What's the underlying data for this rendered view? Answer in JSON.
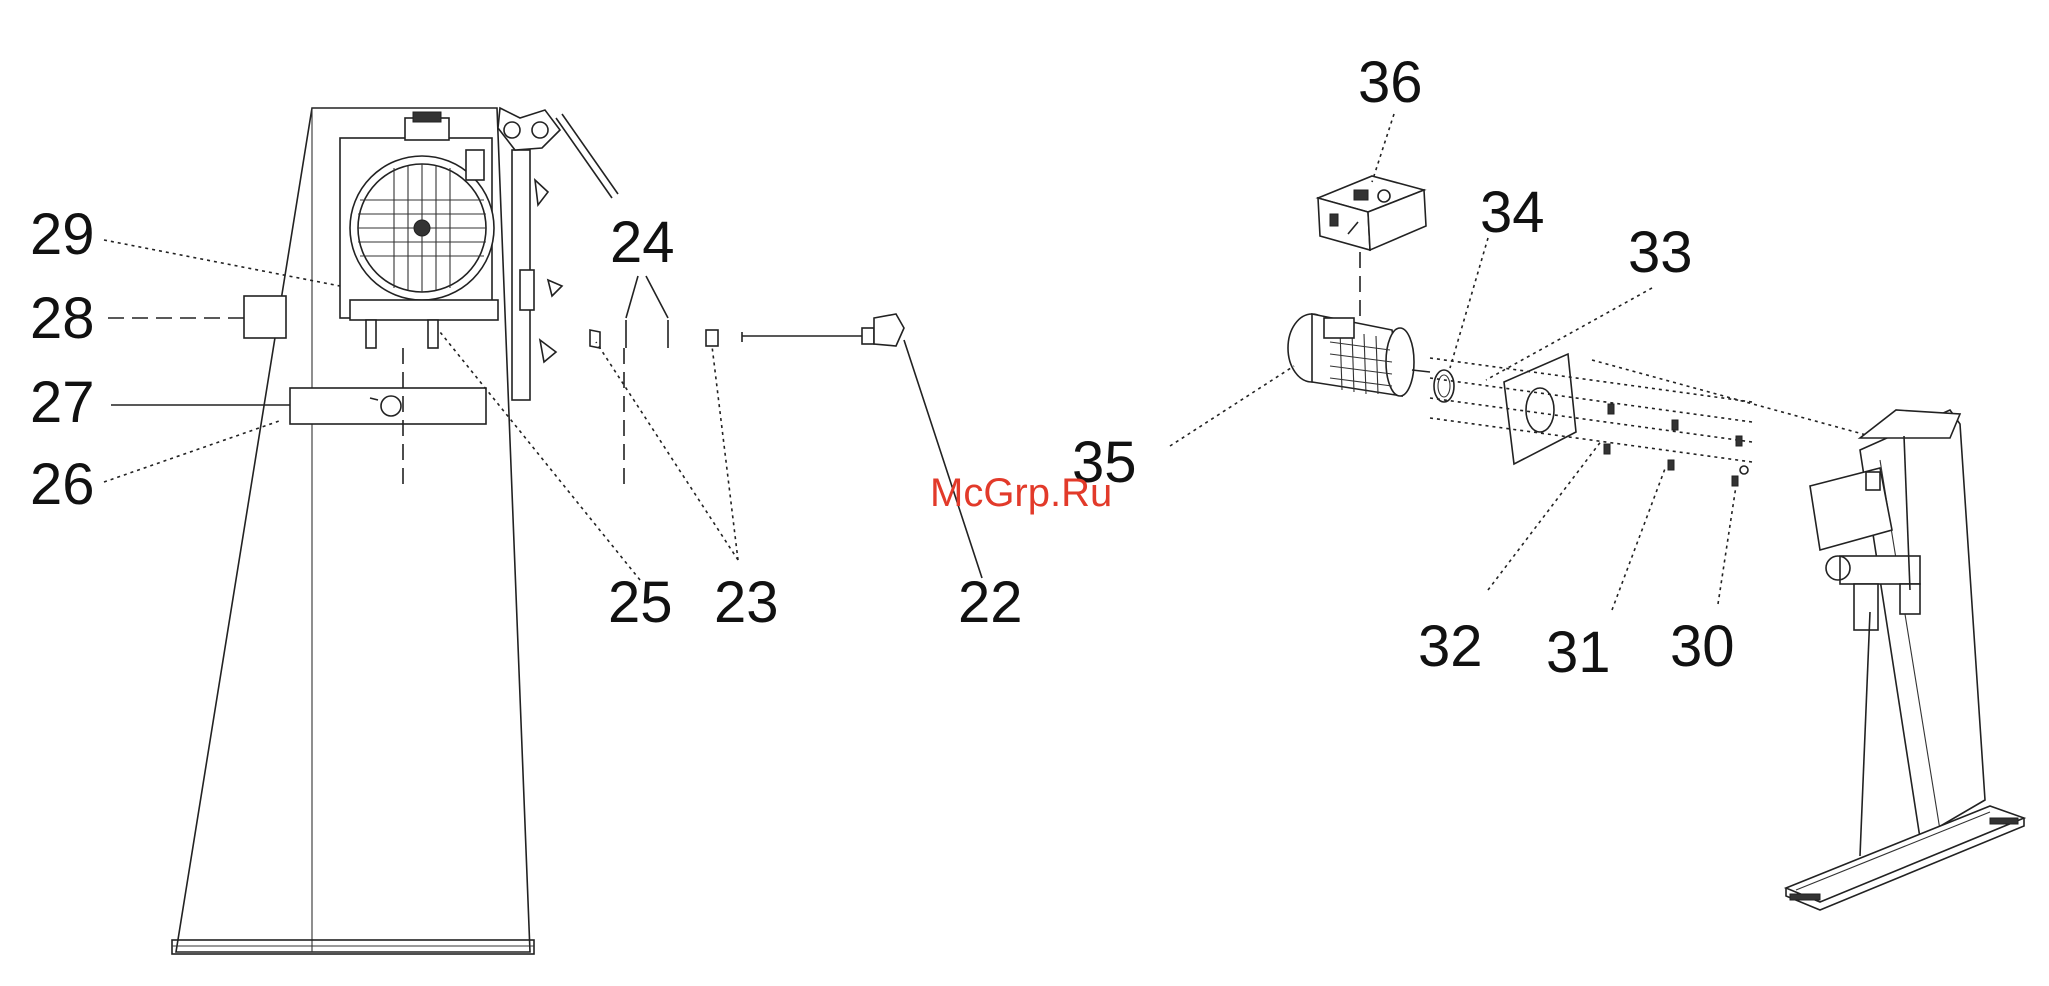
{
  "callouts": {
    "c22": "22",
    "c23": "23",
    "c24": "24",
    "c25": "25",
    "c26": "26",
    "c27": "27",
    "c28": "28",
    "c29": "29",
    "c30": "30",
    "c31": "31",
    "c32": "32",
    "c33": "33",
    "c34": "34",
    "c35": "35",
    "c36": "36"
  },
  "watermark": "McGrp.Ru",
  "colors": {
    "line": "#222222",
    "label": "#111111",
    "watermark": "#e23a2a"
  }
}
